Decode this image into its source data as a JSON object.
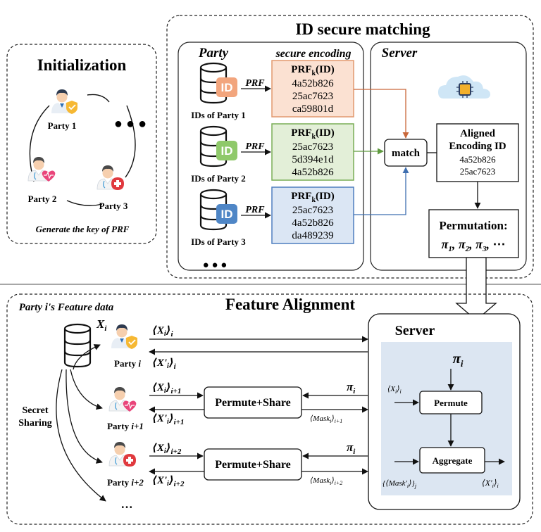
{
  "initialization": {
    "title": "Initialization",
    "parties": [
      "Party 1",
      "Party 2",
      "Party 3"
    ],
    "ellipsis": "● ● ●",
    "caption": "Generate the key of PRF"
  },
  "id_matching": {
    "title": "ID secure matching",
    "party_heading": "Party",
    "encoding_heading": "secure encoding",
    "server_heading": "Server",
    "prf_arrow_label": "PRF",
    "db_badge": "ID",
    "ellipsis": "● ● ●",
    "databases": [
      {
        "label": "IDs of Party 1",
        "color": "#f2a57d"
      },
      {
        "label": "IDs of Party 2",
        "color": "#8fc96a"
      },
      {
        "label": "IDs of Party 3",
        "color": "#4f86c6"
      }
    ],
    "encodings": [
      {
        "title": "PRF",
        "sub": "k",
        "suffix": "(ID)",
        "codes": [
          "4a52b826",
          "25ac7623",
          "ca59801d"
        ],
        "fill": "#fbe1d2",
        "stroke": "#e2996e"
      },
      {
        "title": "PRF",
        "sub": "k",
        "suffix": "(ID)",
        "codes": [
          "25ac7623",
          "5d394e1d",
          "4a52b826"
        ],
        "fill": "#e3efd8",
        "stroke": "#7aad57"
      },
      {
        "title": "PRF",
        "sub": "k",
        "suffix": "(ID)",
        "codes": [
          "25ac7623",
          "4a52b826",
          "da489239"
        ],
        "fill": "#dbe6f4",
        "stroke": "#4f7fbf"
      }
    ],
    "match_label": "match",
    "aligned_title_1": "Aligned",
    "aligned_title_2": "Encoding ID",
    "aligned_codes": [
      "4a52b826",
      "25ac7623"
    ],
    "perm_title": "Permutation:",
    "perm_pi": [
      "π",
      "π",
      "π"
    ],
    "perm_subs": [
      "1",
      "2",
      "3"
    ],
    "perm_tail": "⋯"
  },
  "feature_alignment": {
    "title": "Feature Alignment",
    "data_heading": "Party i's Feature data",
    "xi_base": "X",
    "xi_sub": "i",
    "secret_1": "Secret",
    "secret_2": "Sharing",
    "party_rows": [
      {
        "label_base": "Party ",
        "label_sub": "i",
        "send_base": "⟨X",
        "send_sub_in": "i",
        "send_sub": "i",
        "recv_base": "⟨X'",
        "recv_sub_in": "i",
        "recv_sub": "i"
      },
      {
        "label_base": "Party ",
        "label_sub": "i+1",
        "send_base": "⟨X",
        "send_sub_in": "i",
        "send_sub": "i+1",
        "recv_base": "⟨X'",
        "recv_sub_in": "i",
        "recv_sub": "i+1"
      },
      {
        "label_base": "Party ",
        "label_sub": "i+2",
        "send_base": "⟨X",
        "send_sub_in": "i",
        "send_sub": "i+2",
        "recv_base": "⟨X'",
        "recv_sub_in": "i",
        "recv_sub": "i+2"
      }
    ],
    "ellipsis": "…",
    "permute_share": "Permute+Share",
    "pi_base": "π",
    "pi_sub": "i",
    "mask_rows": [
      {
        "base": "⟨Mask",
        "sub_in": "i",
        "sub": "i+1"
      },
      {
        "base": "⟨Mask",
        "sub_in": "i",
        "sub": "i+2"
      }
    ],
    "server": {
      "title": "Server",
      "pi_base": "π",
      "pi_sub": "i",
      "input_base": "⟨X",
      "input_sub_in": "i",
      "input_sub": "i",
      "permute_label": "Permute",
      "aggregate_label": "Aggregate",
      "mask_set": "{⟨Mask'",
      "mask_set_sub_in": "i",
      "mask_set_tail": "⟩}",
      "mask_set_sub": "j",
      "output_base": "⟨X'",
      "output_sub_in": "i",
      "output_sub": "i",
      "panel_color": "#dce6f2"
    }
  }
}
